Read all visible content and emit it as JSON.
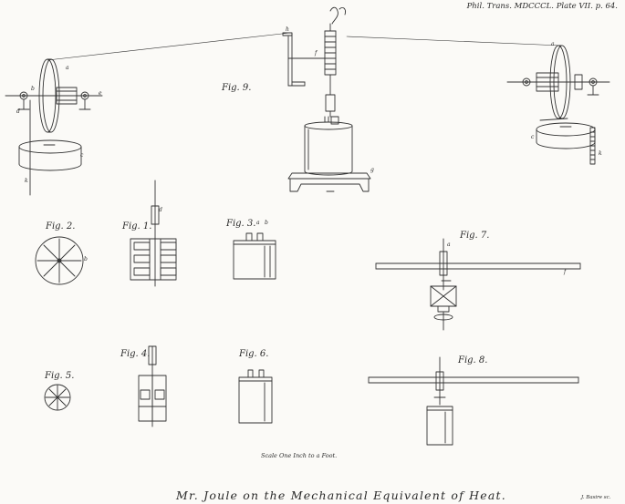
{
  "header": "Phil. Trans. MDCCCL. Plate VII. p. 64.",
  "title": "Mr. Joule on the Mechanical Equivalent of Heat.",
  "scale_note": "Scale One Inch to a Foot.",
  "engraver": "J. Basire sc.",
  "figures": {
    "fig1": "Fig. 1.",
    "fig2": "Fig. 2.",
    "fig3": "Fig. 3.",
    "fig4": "Fig. 4.",
    "fig5": "Fig. 5.",
    "fig6": "Fig. 6.",
    "fig7": "Fig. 7.",
    "fig8": "Fig. 8.",
    "fig9": "Fig. 9."
  },
  "letters": {
    "a": "a",
    "b": "b",
    "c": "c",
    "d": "d",
    "e": "e",
    "f": "f",
    "g": "g",
    "h": "h",
    "k": "k"
  }
}
